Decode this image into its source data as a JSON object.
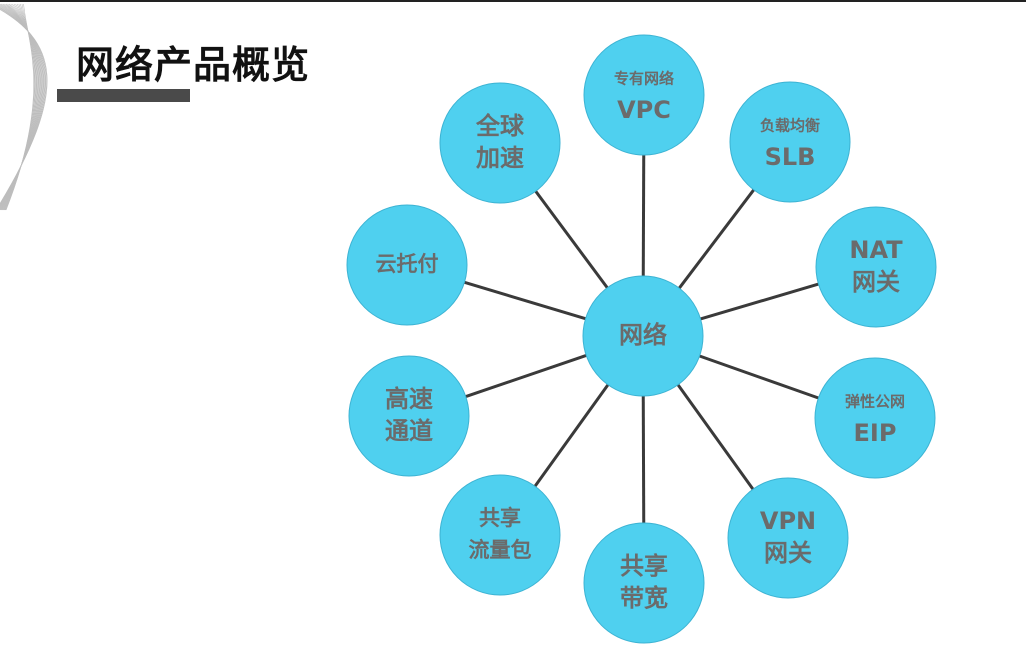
{
  "slide": {
    "title": "网络产品概览"
  },
  "colors": {
    "node_fill": "#4fd0ef",
    "node_stroke": "#3cb3d3",
    "node_text": "#6b6b6b",
    "connector": "#3a3a3a",
    "title_bar": "#4a4a4a"
  },
  "diagram": {
    "center": {
      "lines": [
        "网络"
      ]
    },
    "nodes": [
      {
        "id": "vpc",
        "lines": [
          "专有网络",
          "VPC"
        ]
      },
      {
        "id": "slb",
        "lines": [
          "负载均衡",
          "SLB"
        ]
      },
      {
        "id": "nat",
        "lines": [
          "NAT",
          "网关"
        ]
      },
      {
        "id": "eip",
        "lines": [
          "弹性公网",
          "EIP"
        ]
      },
      {
        "id": "vpn",
        "lines": [
          "VPN",
          "网关"
        ]
      },
      {
        "id": "bandwidth",
        "lines": [
          "共享",
          "带宽"
        ]
      },
      {
        "id": "traffic-package",
        "lines": [
          "共享",
          "流量包"
        ]
      },
      {
        "id": "express-connect",
        "lines": [
          "高速",
          "通道"
        ]
      },
      {
        "id": "cloud-hosting",
        "lines": [
          "云托付"
        ]
      },
      {
        "id": "global-acceleration",
        "lines": [
          "全球",
          "加速"
        ]
      }
    ]
  }
}
